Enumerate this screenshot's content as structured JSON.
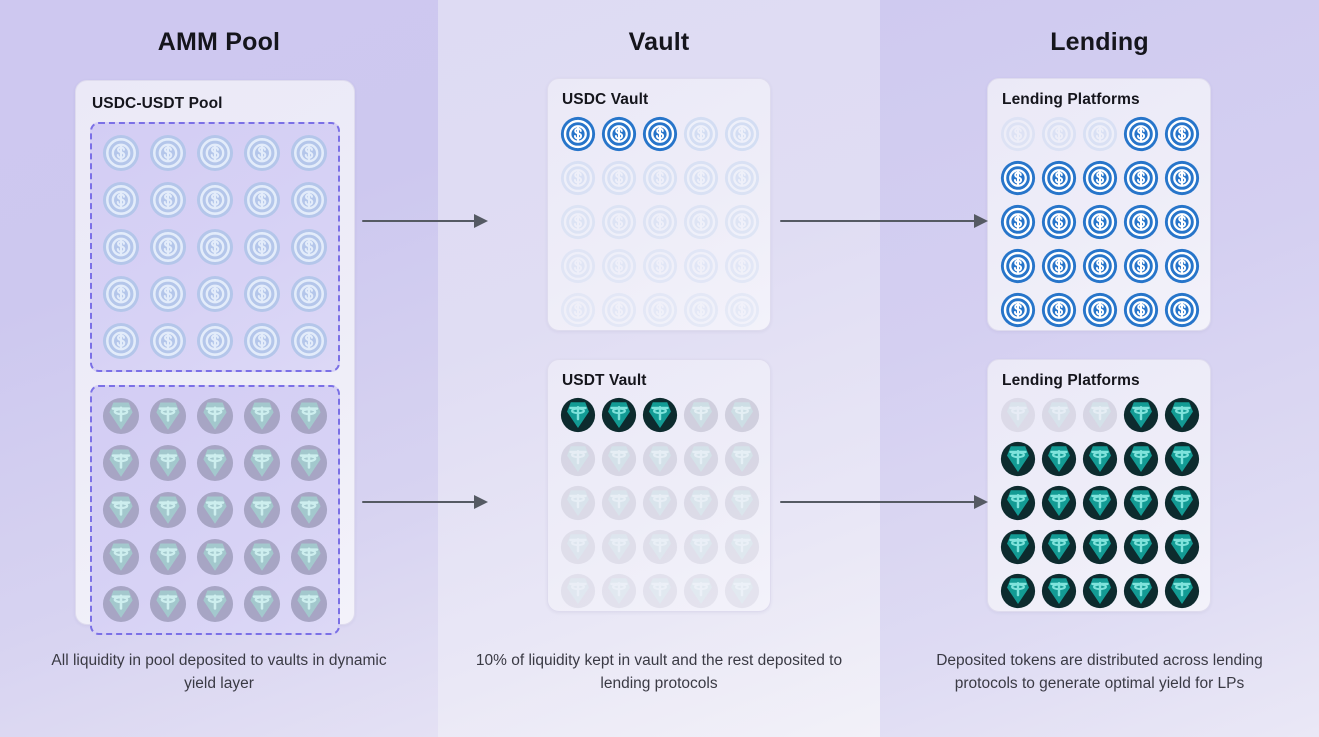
{
  "columns": [
    {
      "title": "AMM Pool",
      "card_title": "USDC-USDT Pool",
      "caption": "All liquidity in pool deposited to vaults in dynamic yield layer"
    },
    {
      "title": "Vault",
      "card_title_top": "USDC Vault",
      "card_title_bottom": "USDT Vault",
      "caption": "10% of liquidity kept in vault and the rest deposited to lending protocols"
    },
    {
      "title": "Lending",
      "card_title_top": "Lending Platforms",
      "card_title_bottom": "Lending Platforms",
      "caption": "Deposited tokens are distributed across lending protocols to generate optimal yield for LPs"
    }
  ],
  "tokens": {
    "usdc": {
      "name": "usdc-coin-icon",
      "active_color": "#2775ca",
      "glyph_color": "#ffffff"
    },
    "usdt": {
      "name": "usdt-coin-icon",
      "active_ring_color": "#0d2b2e",
      "active_fill_color": "#139b94",
      "glyph_color": "#7fe3dc"
    }
  },
  "grids": {
    "amm_usdc": {
      "rows": 5,
      "cols": 5,
      "active_count": 0,
      "state": "all-muted"
    },
    "amm_usdt": {
      "rows": 5,
      "cols": 5,
      "active_count": 0,
      "state": "all-muted"
    },
    "vault_usdc": {
      "rows": 5,
      "cols": 5,
      "active_count": 3,
      "state": "first-3-active"
    },
    "vault_usdt": {
      "rows": 5,
      "cols": 5,
      "active_count": 3,
      "state": "first-3-active"
    },
    "lending_usdc": {
      "rows": 5,
      "cols": 5,
      "active_count": 22,
      "state": "first-3-faded"
    },
    "lending_usdt": {
      "rows": 5,
      "cols": 5,
      "active_count": 22,
      "state": "first-3-faded"
    }
  },
  "arrows": {
    "label": "flow-arrow",
    "color": "#555a63",
    "count": 4,
    "direction": "right"
  },
  "theme": {
    "band1": "#cec8f0",
    "band2": "#dedbf3",
    "band3": "#cfcaf0",
    "card_bg": "#eeedf8",
    "dashed_border": "#7b70e6",
    "title_color": "#15151c",
    "caption_color": "#3a3a44"
  }
}
